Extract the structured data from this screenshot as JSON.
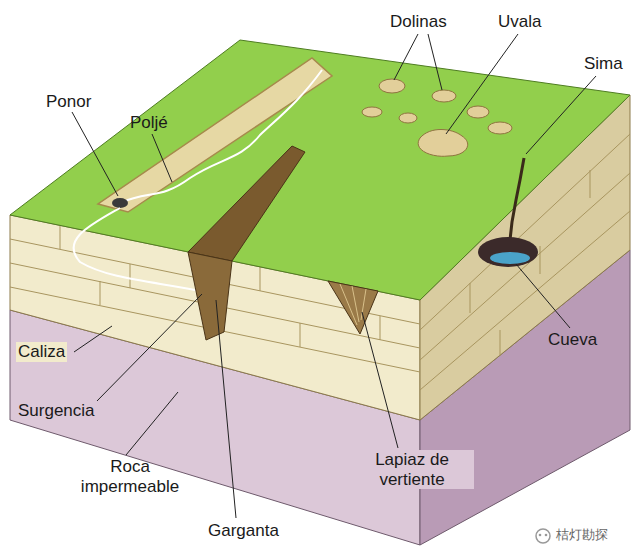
{
  "diagram": {
    "labels": [
      "Ponor",
      "Poljé",
      "Dolinas",
      "Uvala",
      "Sima",
      "Caliza",
      "Surgencia",
      "Roca impermeable",
      "Garganta",
      "Lapiaz de vertiente",
      "Cueva",
      "桔灯勘探"
    ]
  }
}
